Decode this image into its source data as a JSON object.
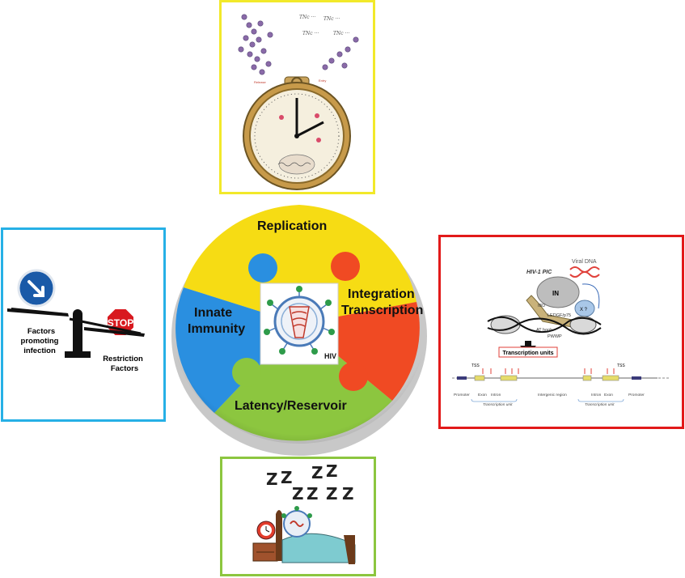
{
  "center": {
    "replication": "Replication",
    "integration": "Integration",
    "transcription": "Transcription",
    "innate": "Innate",
    "immunity": "Immunity",
    "latency": "Latency/Reservoir",
    "hiv": "HIV"
  },
  "left_panel": {
    "factors_1": "Factors",
    "factors_2": "promoting",
    "factors_3": "infection",
    "stop": "STOP",
    "restriction_1": "Restriction",
    "restriction_2": "Factors"
  },
  "right_panel": {
    "viral_dna": "Viral DNA",
    "pic": "HIV-1 PIC",
    "in_label": "IN",
    "ibd": "IBD",
    "ledgf": "LEDGF/p75",
    "x": "X ?",
    "at_hook": "AT hook",
    "pwwp": "PWWP",
    "transcription_units": "Transcription units",
    "tss_1": "TSS",
    "tss_2": "TSS",
    "promoter_1": "Promoter",
    "exon_1": "Exon",
    "intron_1": "Intron",
    "intergenic": "Intergenic region",
    "intron_2": "Intron",
    "exon_2": "Exon",
    "promoter_2": "Promoter",
    "tu_1": "Transcription unit",
    "tu_2": "Transcription unit"
  },
  "top_panel": {
    "release": "Release",
    "entry": "Entry"
  },
  "bottom_panel": {
    "z": "Z"
  },
  "colors": {
    "yellow": "#f6dc14",
    "red": "#f04a23",
    "green": "#8cc63f",
    "blue": "#2a8fe0"
  }
}
